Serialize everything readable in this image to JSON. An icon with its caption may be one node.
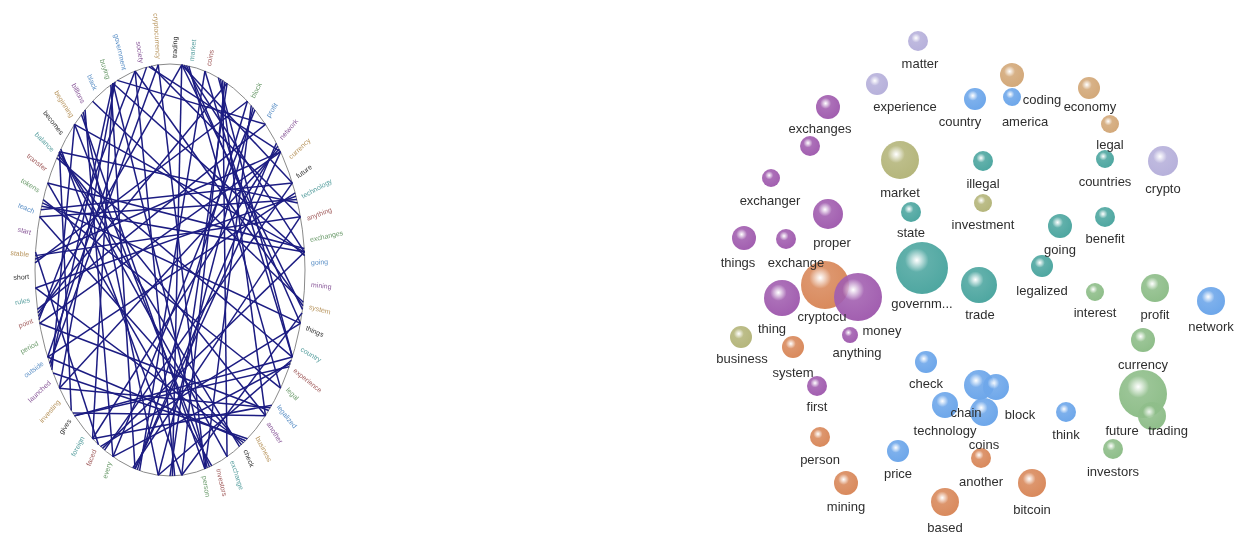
{
  "diagram": {
    "nodes": [
      {
        "text": [
          "matter"
        ]
      },
      {
        "text": [
          "coding"
        ]
      },
      {
        "text": [
          "experience"
        ]
      },
      {
        "text": [
          "economy"
        ]
      },
      {
        "text": [
          "america"
        ]
      },
      {
        "text": [
          "country"
        ]
      },
      {
        "text": [
          "exchanges"
        ]
      },
      {
        "text": [
          "legal"
        ]
      },
      {
        "text": [],
        "shape": "circle"
      },
      {
        "text": [
          "market"
        ]
      },
      {
        "text": [
          "illegal"
        ]
      },
      {
        "text": [
          "countries"
        ]
      },
      {
        "text": [
          "crypto"
        ]
      },
      {
        "text": [
          "exchanger"
        ]
      },
      {
        "text": [
          "investment"
        ]
      },
      {
        "text": [
          "proper"
        ]
      },
      {
        "text": [
          "state"
        ]
      },
      {
        "text": [
          "benefit"
        ]
      },
      {
        "text": [
          "going"
        ]
      },
      {
        "text": [
          "things"
        ]
      },
      {
        "text": [
          "exchange"
        ]
      },
      {
        "text": [
          "governm..."
        ]
      },
      {
        "text": [
          "legalized"
        ]
      },
      {
        "text": [
          "cryptocu"
        ]
      },
      {
        "text": [
          "trade"
        ]
      },
      {
        "text": [
          "profit"
        ]
      },
      {
        "text": [
          "interest"
        ]
      },
      {
        "text": [
          "money"
        ]
      },
      {
        "text": [
          "thing"
        ]
      },
      {
        "text": [
          "network"
        ]
      },
      {
        "text": [
          "anything"
        ]
      },
      {
        "text": [
          "business"
        ]
      },
      {
        "text": [
          "currency"
        ]
      },
      {
        "text": [
          "system"
        ]
      },
      {
        "text": [
          "check"
        ]
      },
      {
        "text": [
          "chain"
        ]
      },
      {
        "text": [
          "block"
        ]
      },
      {
        "text": [
          "first"
        ]
      },
      {
        "text": [
          "future"
        ]
      },
      {
        "text": [
          "trading"
        ]
      },
      {
        "text": [
          "technology"
        ]
      },
      {
        "text": [
          "coins"
        ]
      },
      {
        "text": [
          "think"
        ]
      },
      {
        "text": [
          "person"
        ]
      },
      {
        "text": [
          "investors"
        ]
      },
      {
        "text": [
          "price"
        ]
      },
      {
        "text": [
          "another"
        ]
      },
      {
        "text": [
          "mining"
        ]
      },
      {
        "text": [
          "bitcoin"
        ]
      },
      {
        "text": [
          "based"
        ]
      }
    ],
    "labels": [
      "buying",
      "black",
      "billions",
      "beginning",
      "becomes",
      "balance",
      "transfer",
      "tokens",
      "teach",
      "start",
      "stable",
      "short",
      "rules",
      "point",
      "period",
      "outside",
      "launched",
      "investing",
      "gives",
      "foreign",
      "faced",
      "every",
      "government",
      "society",
      "cryptocurrency",
      "trading",
      "market",
      "coins",
      "block",
      "profit",
      "network",
      "currency",
      "future",
      "technology",
      "anything",
      "exchanges",
      "going",
      "mining",
      "system",
      "things",
      "country",
      "experience",
      "legal",
      "legalized",
      "another",
      "business",
      "check",
      "exchange",
      "investors",
      "person"
    ]
  }
}
